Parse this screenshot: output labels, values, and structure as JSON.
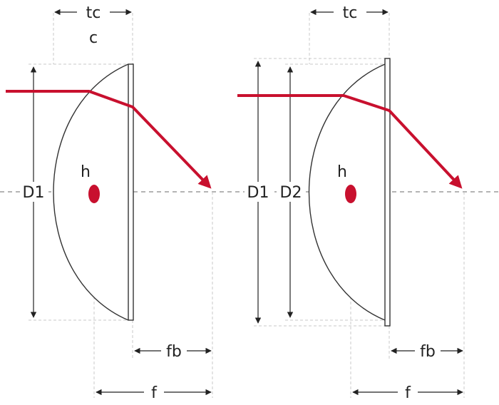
{
  "colors": {
    "ray": "#c8102e",
    "outline": "#333333",
    "guide": "#c8c8c8",
    "axis": "#888888"
  },
  "left_lens": {
    "tc_label": "tc",
    "c_label": "c",
    "d1_label": "D1",
    "h_label": "h",
    "fb_label": "fb",
    "f_label": "f"
  },
  "right_lens": {
    "tc_label": "tc",
    "d1_label": "D1",
    "d2_label": "D2",
    "h_label": "h",
    "fb_label": "fb",
    "f_label": "f"
  }
}
